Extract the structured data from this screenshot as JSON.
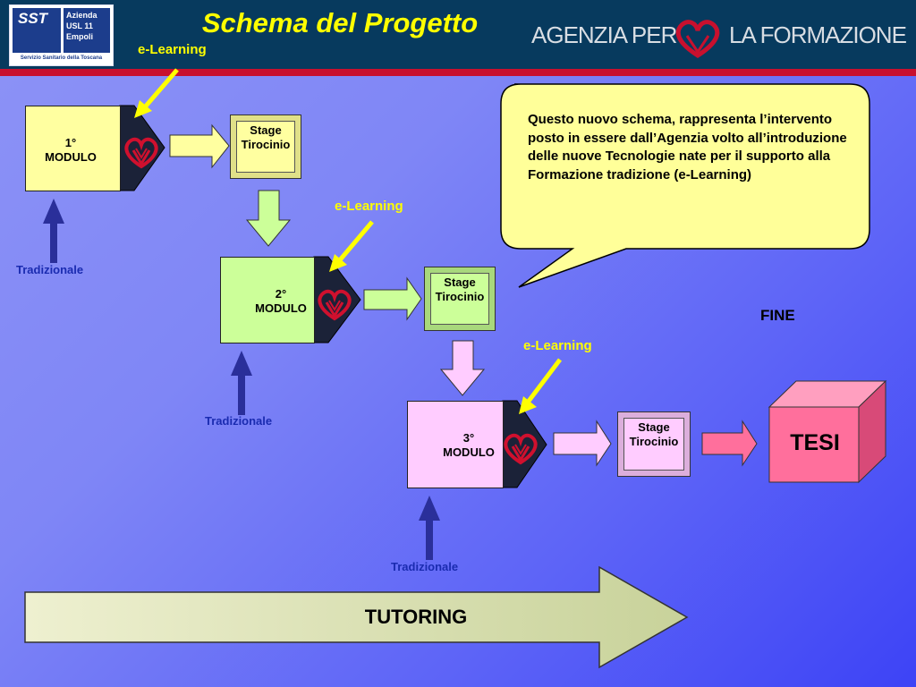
{
  "header": {
    "title": "Schema del Progetto",
    "logo_left": {
      "name": "SST",
      "line1": "Azienda",
      "line2": "USL 11",
      "line3": "Empoli",
      "footer": "Servizio Sanitario della Toscana"
    },
    "logo_right": {
      "part1": "AGENZIA PER",
      "part2": "LA FORMAZIONE"
    }
  },
  "modules": [
    {
      "label": "1°\nMODULO",
      "stage": "Stage\nTirocinio",
      "elearning": "e-Learning",
      "tradizionale": "Tradizionale"
    },
    {
      "label": "2°\nMODULO",
      "stage": "Stage\nTirocinio",
      "elearning": "e-Learning",
      "tradizionale": "Tradizionale"
    },
    {
      "label": "3°\nMODULO",
      "stage": "Stage\nTirocinio",
      "elearning": "e-Learning",
      "tradizionale": "Tradizionale"
    }
  ],
  "callout": "Questo nuovo schema, rappresenta l’intervento posto in essere dall’Agenzia volto  all’introduzione delle nuove Tecnologie nate per il supporto alla Formazione tradizione (e-Learning)",
  "fine": "FINE",
  "tesi": "TESI",
  "tutoring": "TUTORING",
  "colors": {
    "header_bg": "#073a5e",
    "header_line": "#c8102e",
    "title": "#ffff00",
    "module1": "#ffffa0",
    "module2": "#ccff99",
    "module3": "#ffccff",
    "tesi": "#ff6f9c",
    "callout_bg": "#ffff99",
    "tradizionale": "#1a2bb0"
  },
  "icons": [
    "agency-heart-logo-icon",
    "arrow-right-icon",
    "arrow-down-icon",
    "arrow-up-icon"
  ]
}
